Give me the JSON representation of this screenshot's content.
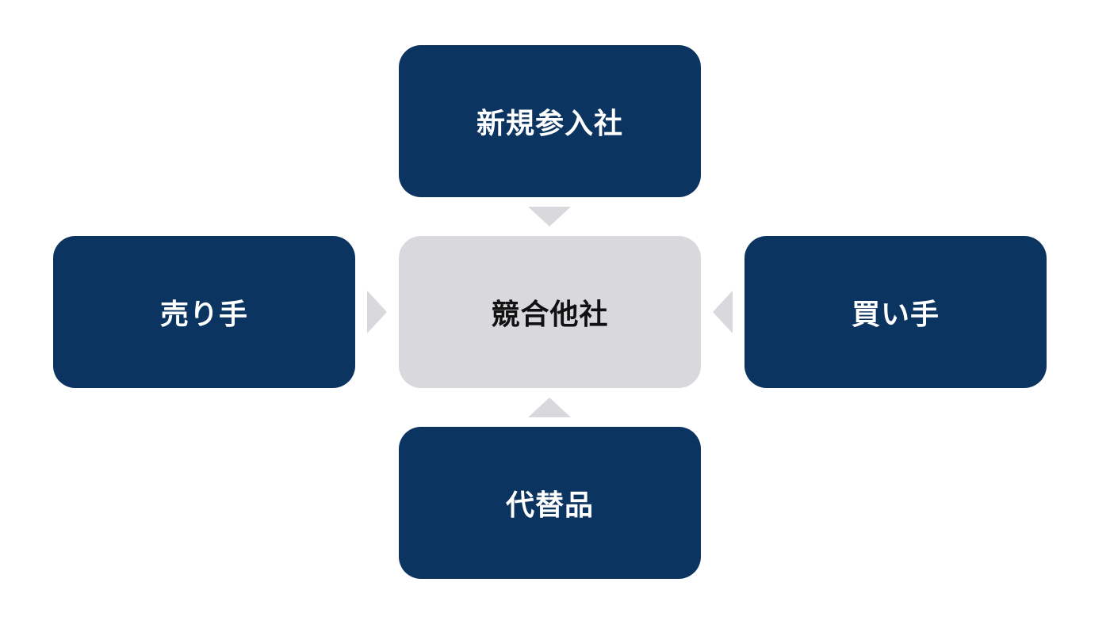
{
  "colors": {
    "force_box": "#0c3461",
    "center_box": "#d9d8dc",
    "arrow": "#d9d8dc",
    "force_text": "#ffffff",
    "center_text": "#111111"
  },
  "diagram": {
    "center": {
      "label": "競合他社"
    },
    "top": {
      "label": "新規参入社"
    },
    "left": {
      "label": "売り手"
    },
    "right": {
      "label": "買い手"
    },
    "bottom": {
      "label": "代替品"
    }
  }
}
